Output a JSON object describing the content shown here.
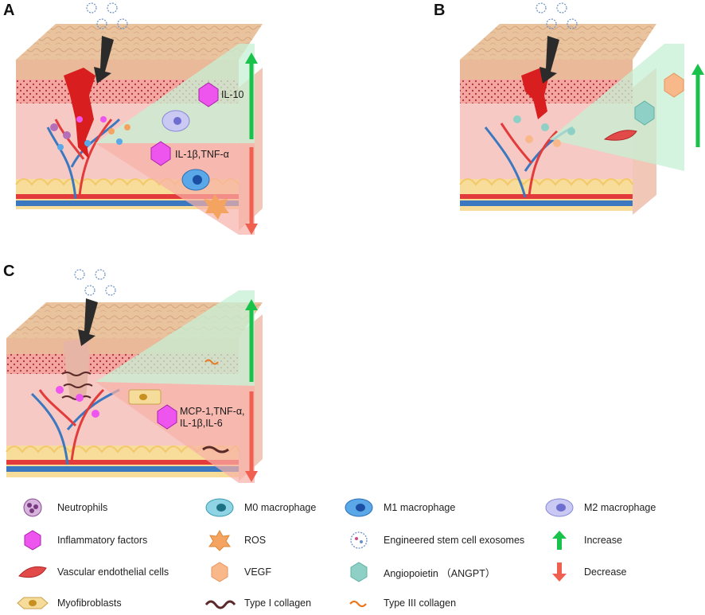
{
  "panels": {
    "a": {
      "letter": "A",
      "up_label": "IL-10",
      "down_label": "IL-1β,TNF-α"
    },
    "b": {
      "letter": "B"
    },
    "c": {
      "letter": "C",
      "down_label": "MCP-1,TNF-α,\nIL-1β,IL-6"
    }
  },
  "legend": {
    "neutrophils": "Neutrophils",
    "m0": "M0 macrophage",
    "m1": "M1 macrophage",
    "m2": "M2 macrophage",
    "inflammatory": "Inflammatory factors",
    "ros": "ROS",
    "exosomes": "Engineered stem cell exosomes",
    "increase": "Increase",
    "endothelial": "Vascular endothelial cells",
    "vegf": "VEGF",
    "angpt": "Angiopoietin （ANGPT）",
    "decrease": "Decrease",
    "myofibroblasts": "Myofibroblasts",
    "collagen1": "Type I collagen",
    "collagen3": "Type III collagen"
  },
  "colors": {
    "increase": "#19c24a",
    "decrease": "#f06050",
    "inflammatory": "#ee55ee",
    "vegf": "#f8b88a",
    "angpt": "#8fd0c6",
    "ros": "#f4a460"
  }
}
